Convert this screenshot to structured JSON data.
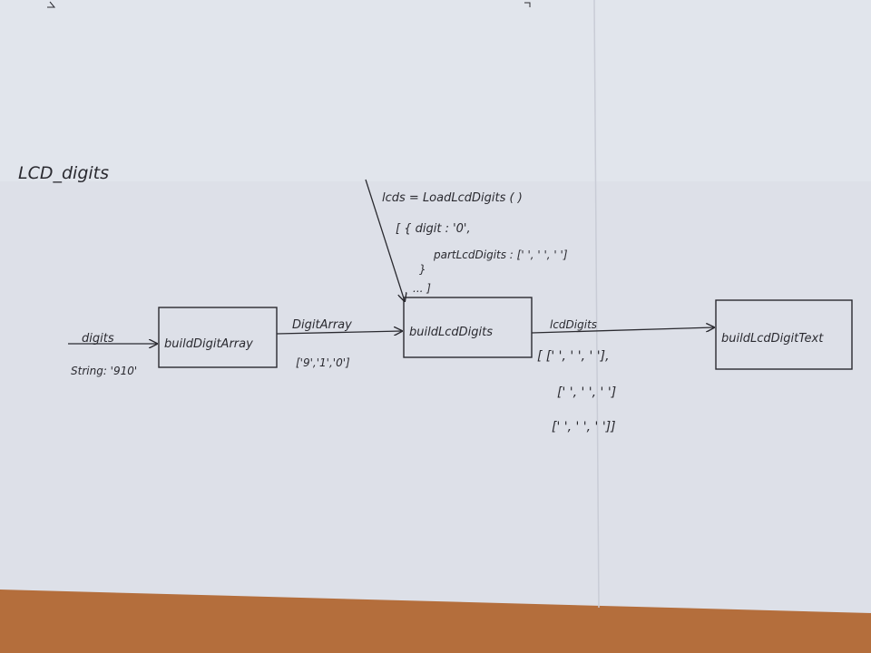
{
  "colors": {
    "paper": "#dde0e8",
    "table": "#b46e3c",
    "ink": "#2a2a30"
  },
  "title": "LCD_digits",
  "inputs": {
    "digits_label": "digits",
    "string_example": "String: '910'"
  },
  "boxes": {
    "build_digit_array": "buildDigitArray",
    "build_lcd_digits": "buildLcdDigits",
    "build_lcd_digit_text": "buildLcdDigitText"
  },
  "flows": {
    "digit_array_label": "DigitArray",
    "digit_array_value": "['9','1','0']",
    "lcd_digits_label": "lcdDigits"
  },
  "lcds_note": {
    "line1": "lcds = LoadLcdDigits ( )",
    "line2": "[ { digit : '0',",
    "line3": "partLcdDigits : [' ', ' ', ' ']",
    "line4": "}",
    "line5": "... ]"
  },
  "lcd_output": {
    "row1": "[ [' ', ' ', ' '],",
    "row2": "[' ', ' ', ' ']",
    "row3": "[' ', ' ', ' ']]"
  }
}
